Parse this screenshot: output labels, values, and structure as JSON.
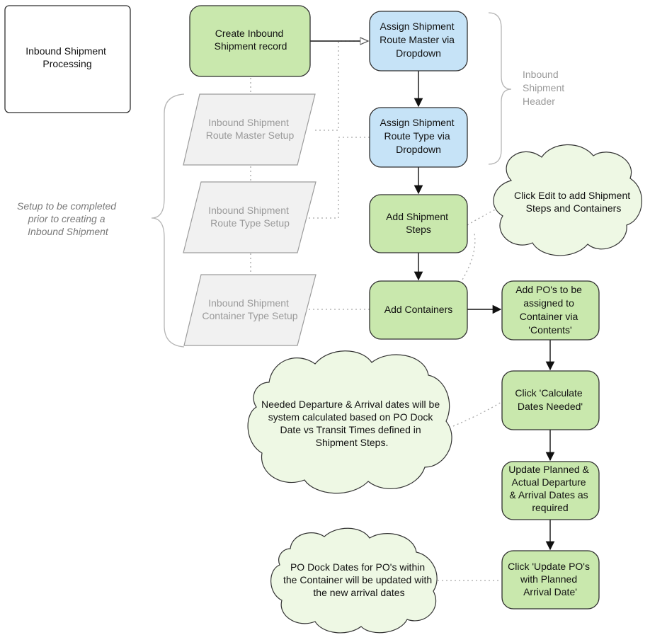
{
  "title_box": {
    "lines": [
      "Inbound Shipment",
      "Processing"
    ]
  },
  "setup_note": {
    "lines": [
      "Setup to be completed",
      "prior to creating a",
      "Inbound Shipment"
    ]
  },
  "header_note": {
    "lines": [
      "Inbound",
      "Shipment",
      "Header"
    ]
  },
  "setup_steps": [
    {
      "lines": [
        "Inbound Shipment",
        "Route Master Setup"
      ]
    },
    {
      "lines": [
        "Inbound Shipment",
        "Route Type Setup"
      ]
    },
    {
      "lines": [
        "Inbound Shipment",
        "Container Type Setup"
      ]
    }
  ],
  "process_steps": {
    "create_record": {
      "lines": [
        "Create Inbound",
        "Shipment record"
      ]
    },
    "assign_master": {
      "lines": [
        "Assign Shipment",
        "Route Master via",
        "Dropdown"
      ]
    },
    "assign_type": {
      "lines": [
        "Assign Shipment",
        "Route Type via",
        "Dropdown"
      ]
    },
    "add_steps": {
      "lines": [
        "Add Shipment",
        "Steps"
      ]
    },
    "add_containers": {
      "lines": [
        "Add Containers"
      ]
    },
    "add_pos": {
      "lines": [
        "Add PO's to be",
        "assigned to",
        "Container via",
        "'Contents'"
      ]
    },
    "calc_dates": {
      "lines": [
        "Click 'Calculate",
        "Dates Needed'"
      ]
    },
    "update_dates": {
      "lines": [
        "Update Planned &",
        "Actual Departure",
        "& Arrival Dates as",
        "required"
      ]
    },
    "update_po": {
      "lines": [
        "Click 'Update PO's",
        "with Planned",
        "Arrival Date'"
      ]
    }
  },
  "notes": {
    "edit_note": {
      "lines": [
        "Click Edit to add Shipment",
        "Steps and Containers"
      ]
    },
    "needed_dates_note": {
      "lines": [
        "Needed Departure & Arrival dates will be",
        "system calculated based on PO Dock",
        "Date vs Transit Times defined in",
        "Shipment Steps."
      ]
    },
    "dock_dates_note": {
      "lines": [
        "PO Dock Dates for PO's within",
        "the Container will be updated with",
        "the new arrival dates"
      ]
    }
  },
  "colors": {
    "process_green": "#c9e8ad",
    "header_blue": "#c6e3f7",
    "setup_grey": "#f1f1f1",
    "note_green": "#eef8e4"
  }
}
